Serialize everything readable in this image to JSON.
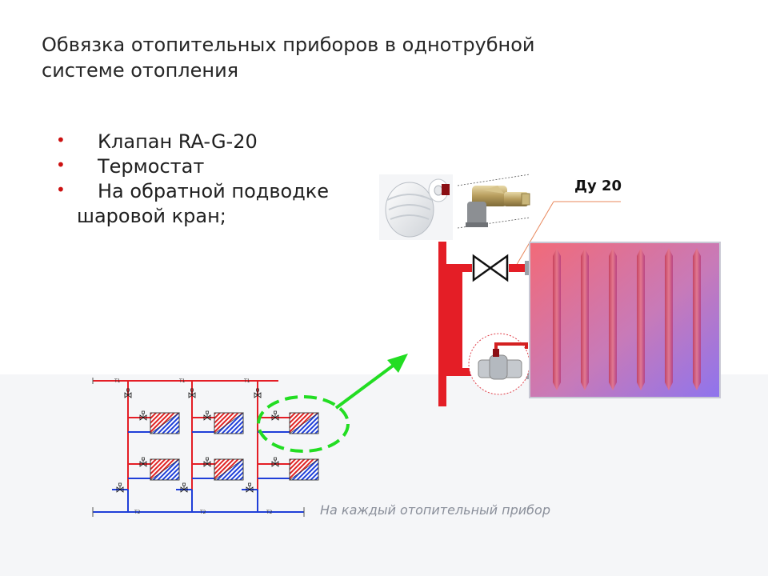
{
  "title": "Обвязка отопительных приборов в однотрубной системе отопления",
  "bullets": [
    {
      "text": "Клапан RA-G-20",
      "marker": true
    },
    {
      "text": "Термостат",
      "marker": true
    },
    {
      "text": "На обратной подводке",
      "marker": true
    },
    {
      "text": "шаровой кран;",
      "marker": false
    }
  ],
  "diameter_label": "Ду 20",
  "caption": "На каждый отопительный прибор",
  "schematic_labels": {
    "t1": "T1",
    "t2": "T2"
  },
  "colors": {
    "supply": "#e41e26",
    "return": "#1f3fd8",
    "highlight": "#22dd22",
    "bullet": "#cc1111",
    "caption": "#8a8f9a"
  },
  "icons": [
    "thermostat-head-icon",
    "angle-valve-icon",
    "gate-valve-icon",
    "ball-valve-icon",
    "radiator-icon",
    "arrow-icon"
  ]
}
